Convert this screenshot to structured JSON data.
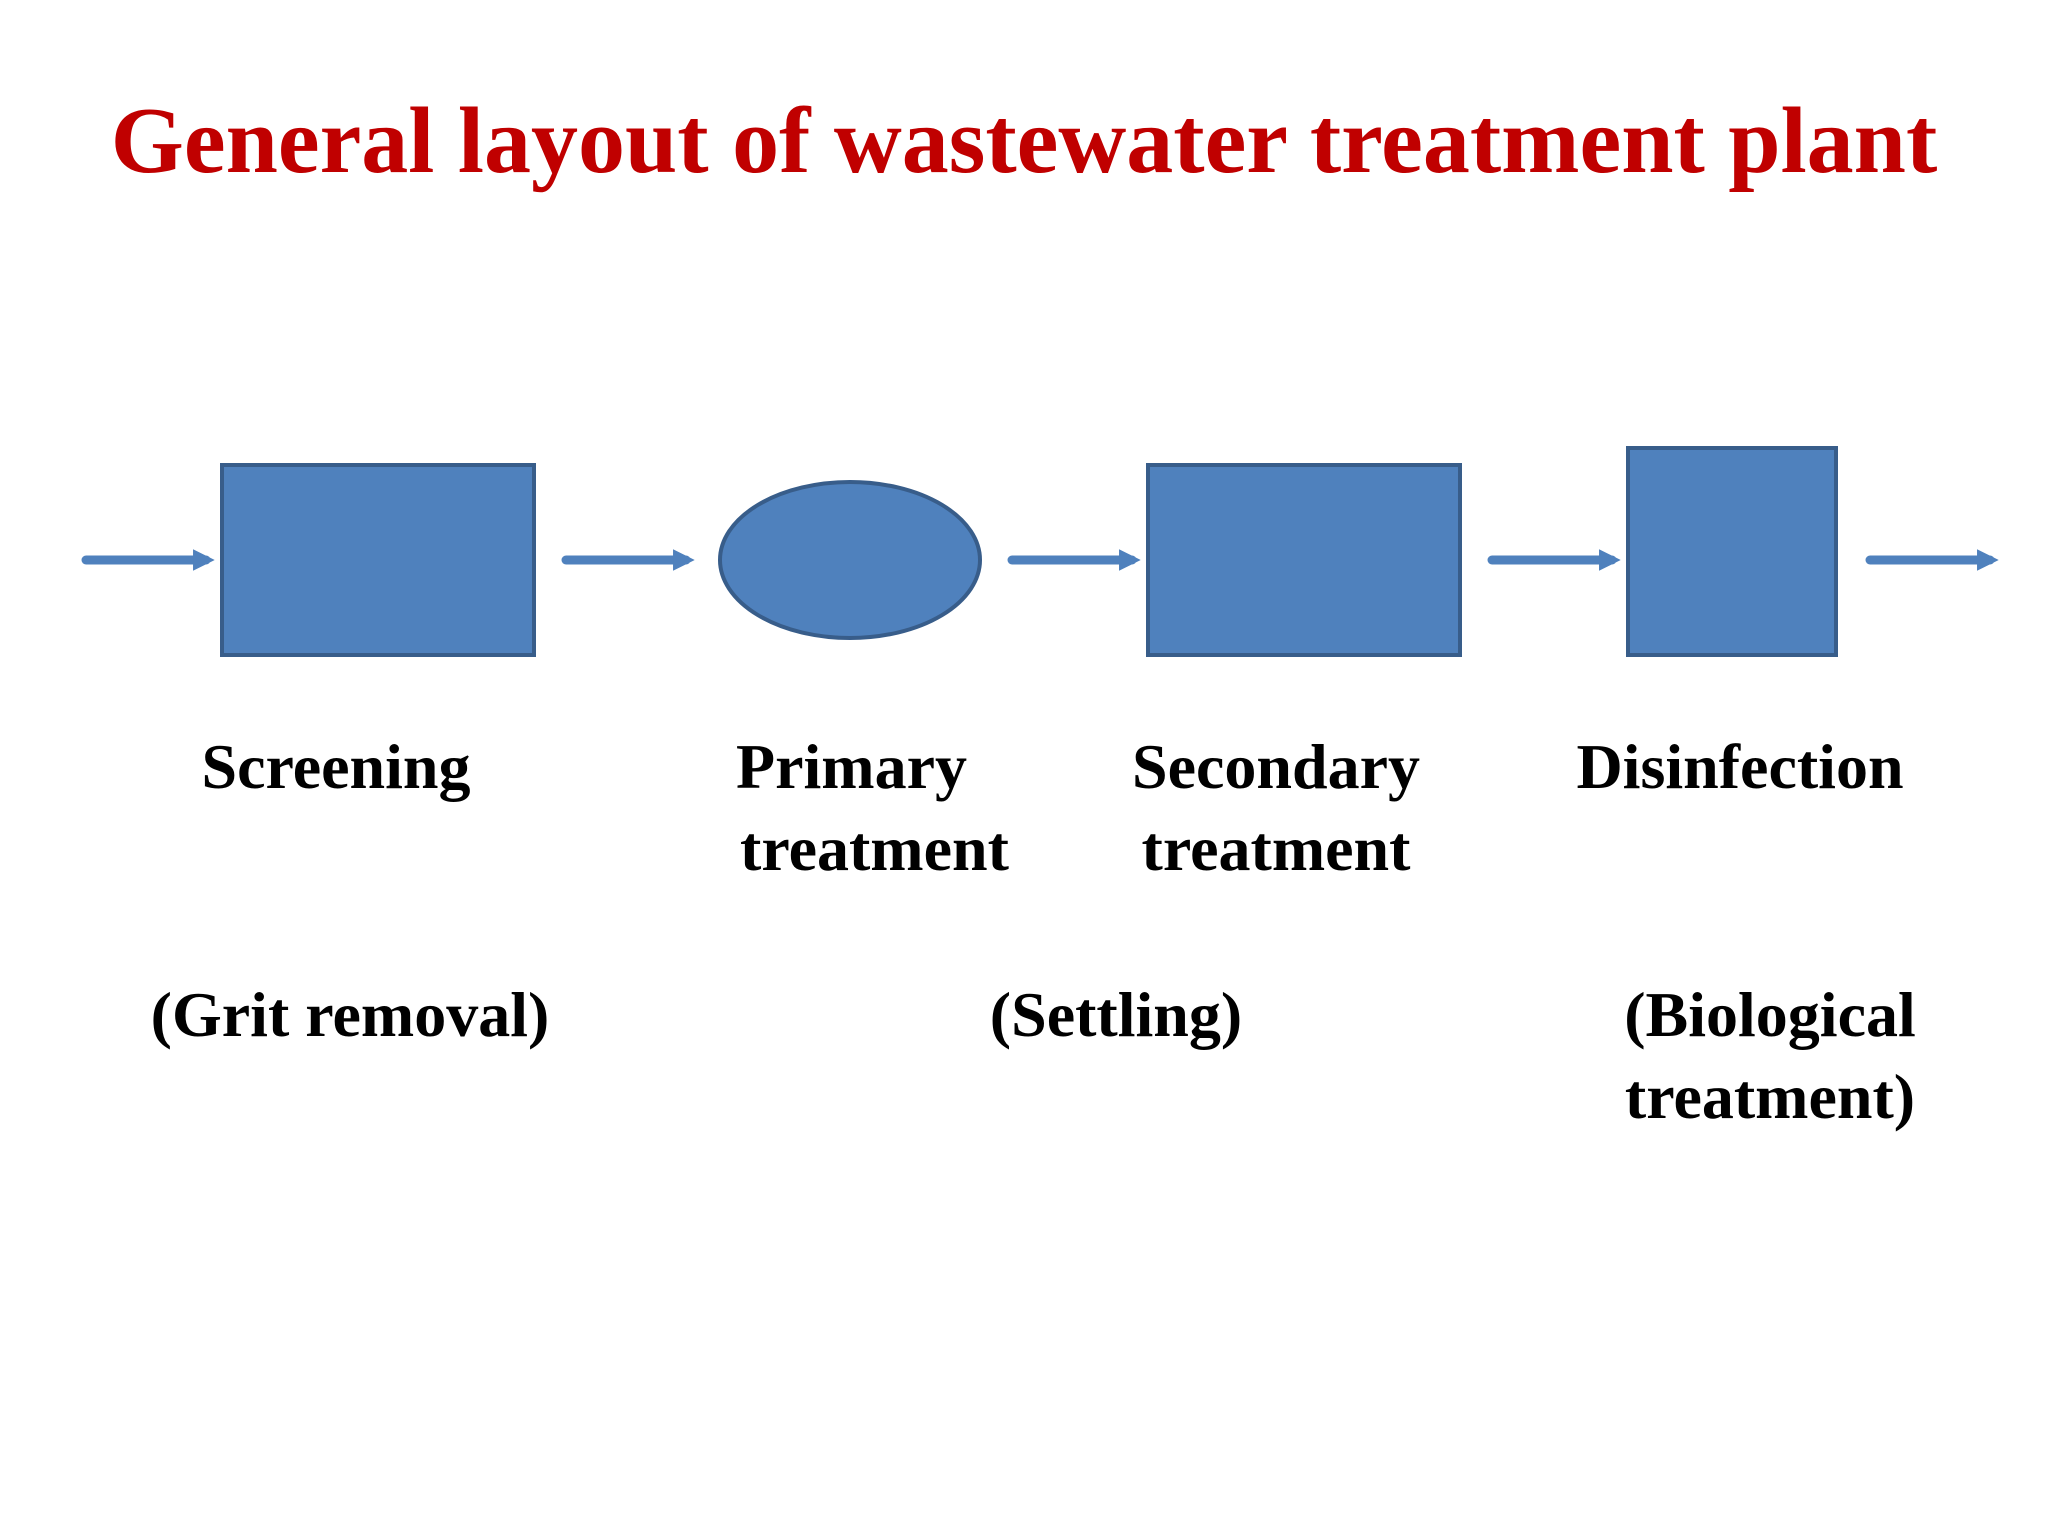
{
  "title": "General layout of wastewater treatment plant",
  "colors": {
    "title": "#c00000",
    "shape_fill": "#4f81bd",
    "shape_stroke": "#385d8a",
    "text": "#000000"
  },
  "stages": [
    {
      "shape": "rectangle",
      "lines": [
        "Screening"
      ]
    },
    {
      "shape": "ellipse",
      "lines": [
        "Primary",
        "treatment"
      ]
    },
    {
      "shape": "rectangle",
      "lines": [
        "Secondary",
        "treatment"
      ]
    },
    {
      "shape": "square",
      "lines": [
        "Disinfection"
      ]
    }
  ],
  "notes": [
    {
      "lines": [
        "(Grit removal)"
      ]
    },
    {
      "lines": [
        "(Settling)"
      ]
    },
    {
      "lines": [
        "(Biological",
        "treatment)"
      ]
    }
  ]
}
